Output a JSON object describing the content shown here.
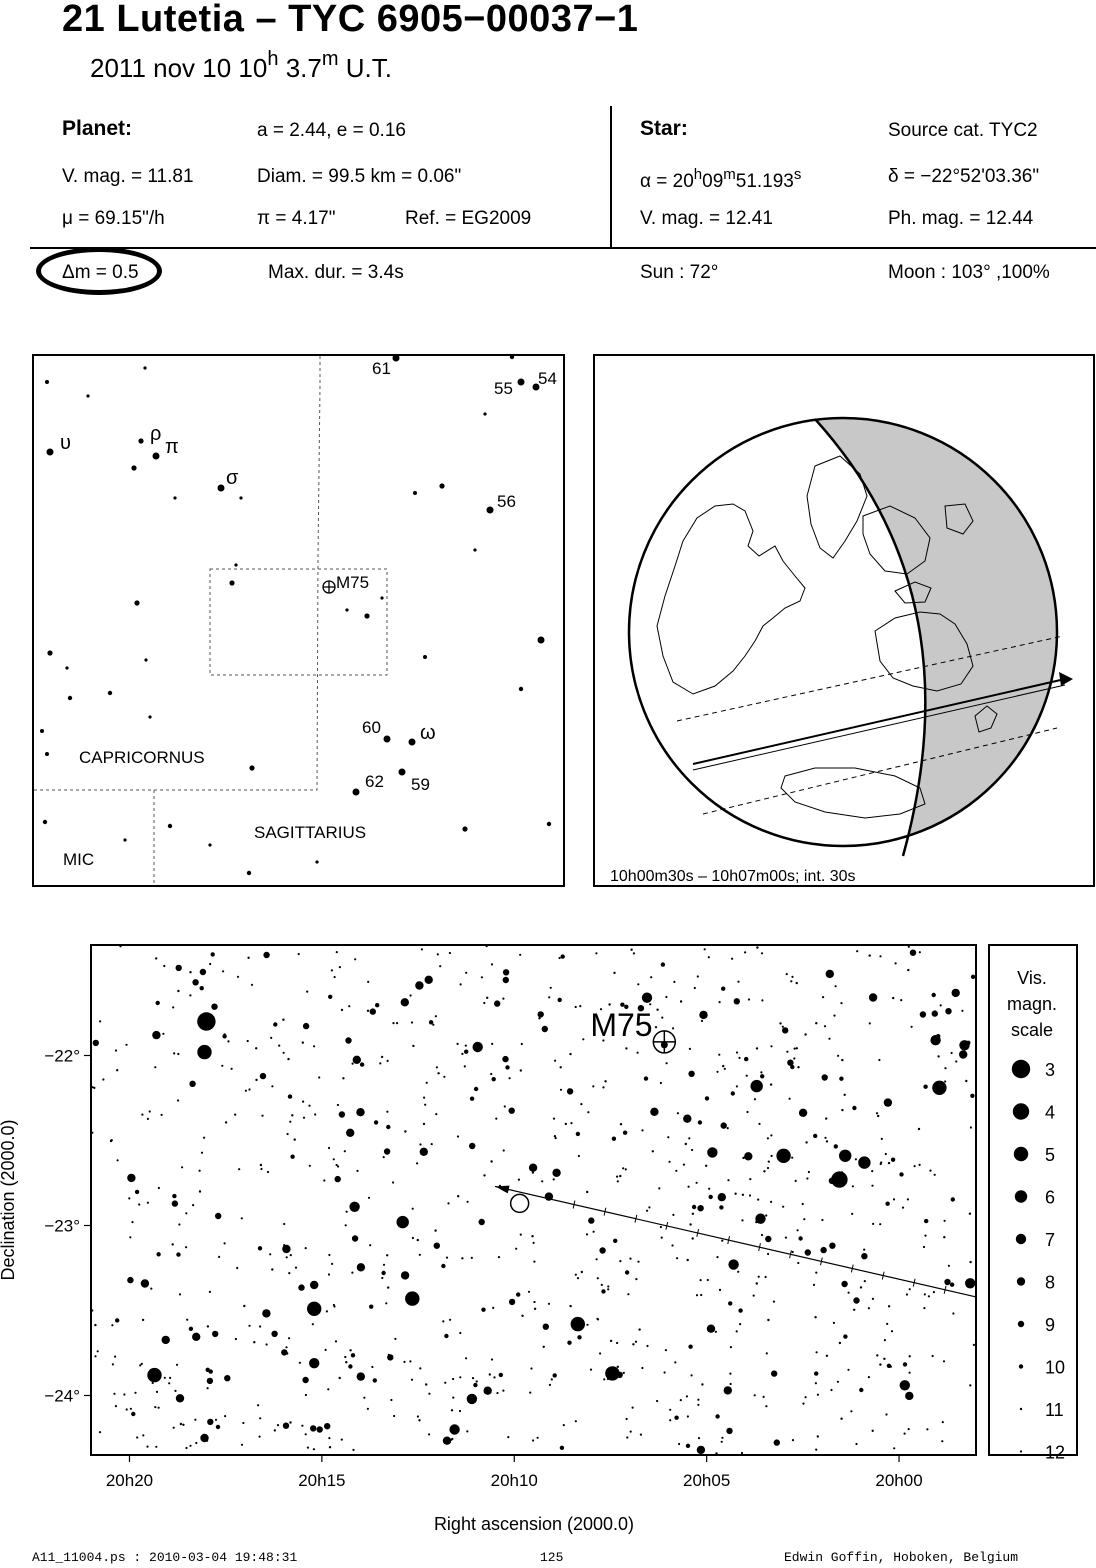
{
  "header": {
    "title": "21 Lutetia  –  TYC 6905−00037−1",
    "date": "2011 nov 10  10",
    "hour_sup": "h",
    "minutes": " 3.7",
    "min_sup": "m",
    "ut": " U.T."
  },
  "planet": {
    "heading": "Planet:",
    "orbit": "a = 2.44, e = 0.16",
    "vmag": "V. mag. = 11.81",
    "diam": "Diam. = 99.5 km = 0.06\"",
    "mu": "μ =  69.15\"/h",
    "parallax": "π =  4.17\"",
    "ref": "Ref. = EG2009"
  },
  "star": {
    "heading": "Star:",
    "source": "Source cat.  TYC2",
    "ra_prefix": "α = 20",
    "ra_h": "h",
    "ra_min": "09",
    "ra_m": "m",
    "ra_sec": "51.193",
    "ra_s": "s",
    "dec": "δ = −22°52'03.36\"",
    "vmag": "V. mag. = 12.41",
    "phmag": "Ph. mag. = 12.44"
  },
  "event": {
    "delta_mag": "Δm = 0.5",
    "max_dur": "Max. dur. = 3.4s",
    "sun": "Sun :  72°",
    "moon": "Moon : 103° ,100%"
  },
  "finder_chart": {
    "labels": {
      "l61": "61",
      "l55": "55",
      "l54": "54",
      "l56": "56",
      "upsilon": "υ",
      "rho": "ρ",
      "pi": "π",
      "sigma": "σ",
      "m75": "M75",
      "l60": "60",
      "omega": "ω",
      "l62": "62",
      "l59": "59",
      "capricornus": "CAPRICORNUS",
      "sagittarius": "SAGITTARIUS",
      "mic": "MIC"
    }
  },
  "globe": {
    "caption": "10h00m30s – 10h07m00s; int. 30s"
  },
  "chart_data": {
    "type": "scatter",
    "xlabel": "Right ascension (2000.0)",
    "ylabel": "Declination (2000.0)",
    "x_ticks": [
      "20h20",
      "20h15",
      "20h10",
      "20h05",
      "20h00"
    ],
    "y_ticks": [
      "−22°",
      "−23°",
      "−24°"
    ],
    "xlim_min": [
      1221,
      1198
    ],
    "ylim_deg": [
      -21.35,
      -24.35
    ],
    "object_label": "M75",
    "object": {
      "ra_min": 1206.1,
      "dec": -21.92
    },
    "target_star": {
      "ra_min": 1209.86,
      "dec": -22.87
    },
    "path": {
      "start_ra_min": 1198.0,
      "start_dec": -23.42,
      "end_ra_min": 1210.5,
      "end_dec": -22.77
    },
    "bright_stars": [
      {
        "ra": 1218.0,
        "dec": -21.8,
        "mag": 3
      },
      {
        "ra": 1218.05,
        "dec": -21.98,
        "mag": 5
      },
      {
        "ra": 1210.95,
        "dec": -21.95,
        "mag": 7
      },
      {
        "ra": 1206.55,
        "dec": -21.66,
        "mag": 7
      },
      {
        "ra": 1203.7,
        "dec": -22.18,
        "mag": 6
      },
      {
        "ra": 1201.55,
        "dec": -22.73,
        "mag": 4
      },
      {
        "ra": 1203.0,
        "dec": -22.59,
        "mag": 5
      },
      {
        "ra": 1200.9,
        "dec": -22.63,
        "mag": 6
      },
      {
        "ra": 1198.95,
        "dec": -22.19,
        "mag": 5
      },
      {
        "ra": 1198.3,
        "dec": -21.94,
        "mag": 7
      },
      {
        "ra": 1212.9,
        "dec": -22.98,
        "mag": 6
      },
      {
        "ra": 1214.15,
        "dec": -22.89,
        "mag": 7
      },
      {
        "ra": 1215.2,
        "dec": -23.49,
        "mag": 5
      },
      {
        "ra": 1215.2,
        "dec": -23.81,
        "mag": 7
      },
      {
        "ra": 1212.65,
        "dec": -23.43,
        "mag": 5
      },
      {
        "ra": 1219.35,
        "dec": -23.88,
        "mag": 5
      },
      {
        "ra": 1215.2,
        "dec": -23.35,
        "mag": 8
      },
      {
        "ra": 1208.35,
        "dec": -23.58,
        "mag": 5
      },
      {
        "ra": 1207.45,
        "dec": -23.87,
        "mag": 5
      },
      {
        "ra": 1204.85,
        "dec": -22.57,
        "mag": 7
      },
      {
        "ra": 1203.6,
        "dec": -22.96,
        "mag": 7
      },
      {
        "ra": 1204.3,
        "dec": -23.23,
        "mag": 7
      },
      {
        "ra": 1201.4,
        "dec": -22.59,
        "mag": 6
      },
      {
        "ra": 1199.85,
        "dec": -23.94,
        "mag": 7
      },
      {
        "ra": 1211.1,
        "dec": -24.02,
        "mag": 7
      },
      {
        "ra": 1204.45,
        "dec": -23.97,
        "mag": 8
      },
      {
        "ra": 1219.95,
        "dec": -22.72,
        "mag": 8
      },
      {
        "ra": 1199.05,
        "dec": -21.91,
        "mag": 7
      },
      {
        "ra": 1198.15,
        "dec": -23.34,
        "mag": 7
      },
      {
        "ra": 1201.8,
        "dec": -21.52,
        "mag": 8
      },
      {
        "ra": 1218.05,
        "dec": -24.25,
        "mag": 8
      },
      {
        "ra": 1211.55,
        "dec": -24.2,
        "mag": 7
      },
      {
        "ra": 1205.15,
        "dec": -24.32,
        "mag": 8
      },
      {
        "ra": 1209.1,
        "dec": -22.83,
        "mag": 8
      },
      {
        "ra": 1219.3,
        "dec": -21.88,
        "mag": 8
      },
      {
        "ra": 1208.9,
        "dec": -22.69,
        "mag": 8
      }
    ],
    "field_star_count": 900,
    "scale_title": "Vis. magn. scale",
    "scale_title_lines": [
      "Vis.",
      "magn.",
      "scale"
    ],
    "scale_mags": [
      "3",
      "4",
      "5",
      "6",
      "7",
      "8",
      "9",
      "10",
      "11",
      "12"
    ]
  },
  "footer": {
    "file": "A11_11004.ps : 2010-03-04 19:48:31",
    "page": "125",
    "author": "Edwin Goffin, Hoboken, Belgium"
  }
}
